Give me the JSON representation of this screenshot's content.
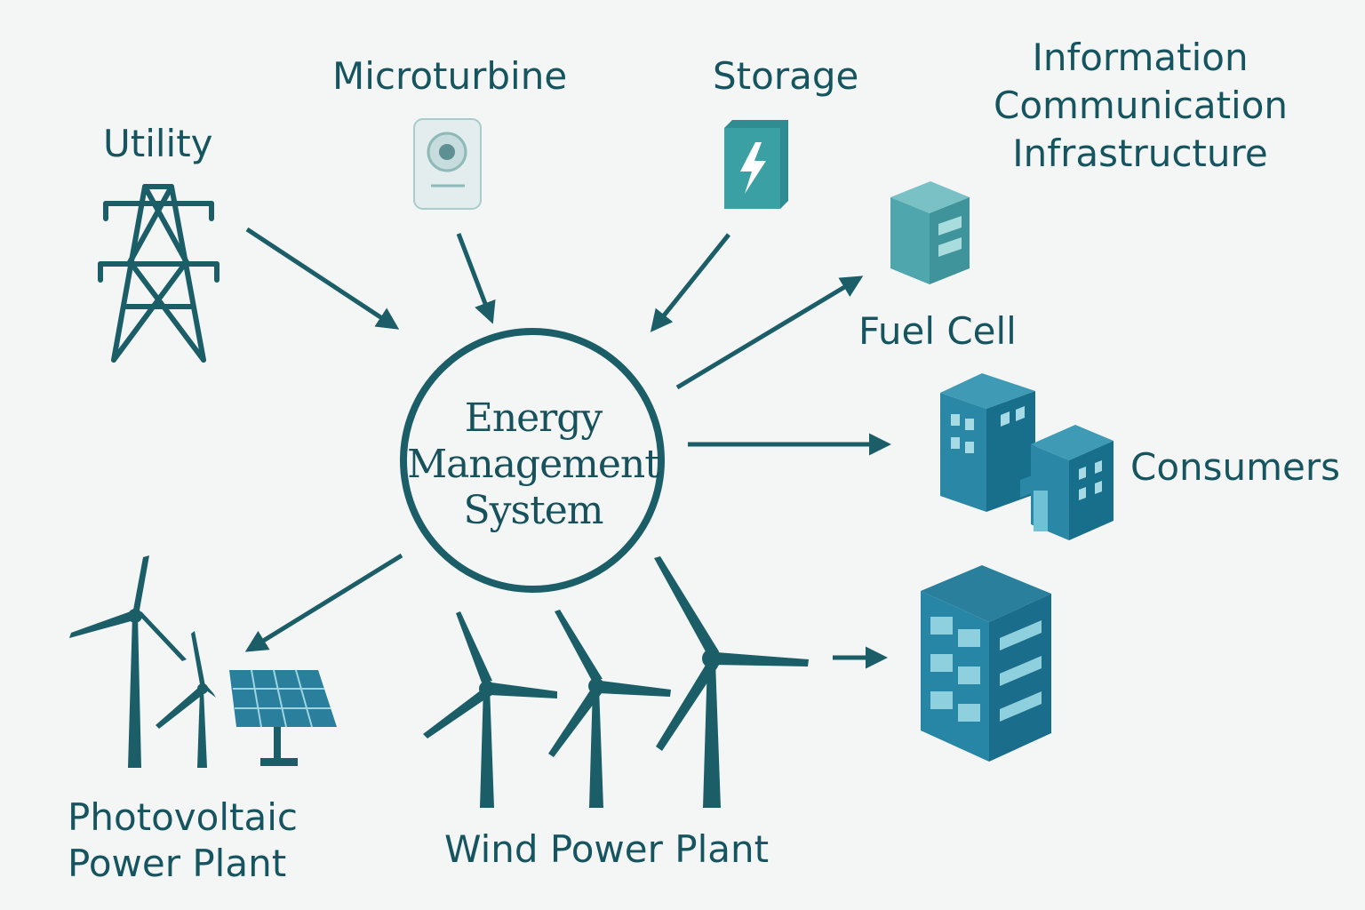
{
  "center": {
    "line1": "Energy",
    "line2": "Management",
    "line3": "System"
  },
  "labels": {
    "utility": "Utility",
    "microturbine": "Microturbine",
    "storage": "Storage",
    "ict_line1": "Information",
    "ict_line2": "Communication",
    "ict_line3": "Infrastructure",
    "fuel_cell": "Fuel Cell",
    "consumers": "Consumers",
    "pv_line1": "Photovoltaic",
    "pv_line2": "Power Plant",
    "wind": "Wind Power Plant"
  },
  "colors": {
    "primary": "#1b5e68",
    "building_dark": "#176f8c",
    "building_light": "#3f9bb5",
    "storage_teal": "#3aa0a3",
    "fuel_cell_teal": "#4fa7ad",
    "background": "#f4f6f6"
  },
  "icons": {
    "utility": "transmission-tower-icon",
    "microturbine": "microturbine-icon",
    "storage": "battery-storage-icon",
    "fuel_cell": "fuel-cell-icon",
    "consumers": "buildings-icon",
    "pv": "solar-panel-icon",
    "wind": "wind-turbine-icon"
  }
}
